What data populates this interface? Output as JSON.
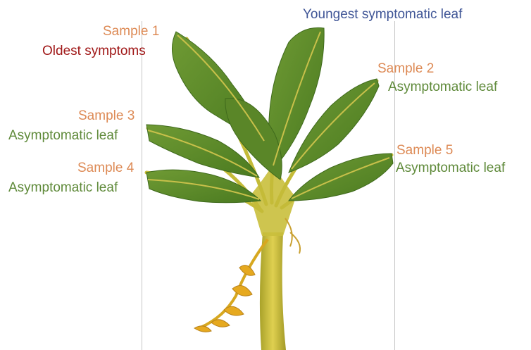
{
  "labels": {
    "sample_1": "Sample 1",
    "oldest": "Oldest symptoms",
    "youngest": "Youngest symptomatic leaf",
    "sample_2": "Sample 2",
    "sample_2_note": "Asymptomatic leaf",
    "sample_3": "Sample 3",
    "sample_3_note": "Asymptomatic leaf",
    "sample_4": "Sample 4",
    "sample_4_note": "Asymptomatic leaf",
    "sample_5": "Sample 5",
    "sample_5_note": "Asymptomatic leaf"
  },
  "colors": {
    "sample_label": "#dd8a55",
    "asymptomatic_label": "#5f8a3a",
    "oldest_label": "#a01818",
    "youngest_label": "#3f5596",
    "leaf_fill": "#5e8a2c",
    "leaf_dark": "#3f6a1c",
    "midrib": "#b9b43a",
    "stem": "#d0c040",
    "flower": "#e0a820"
  }
}
